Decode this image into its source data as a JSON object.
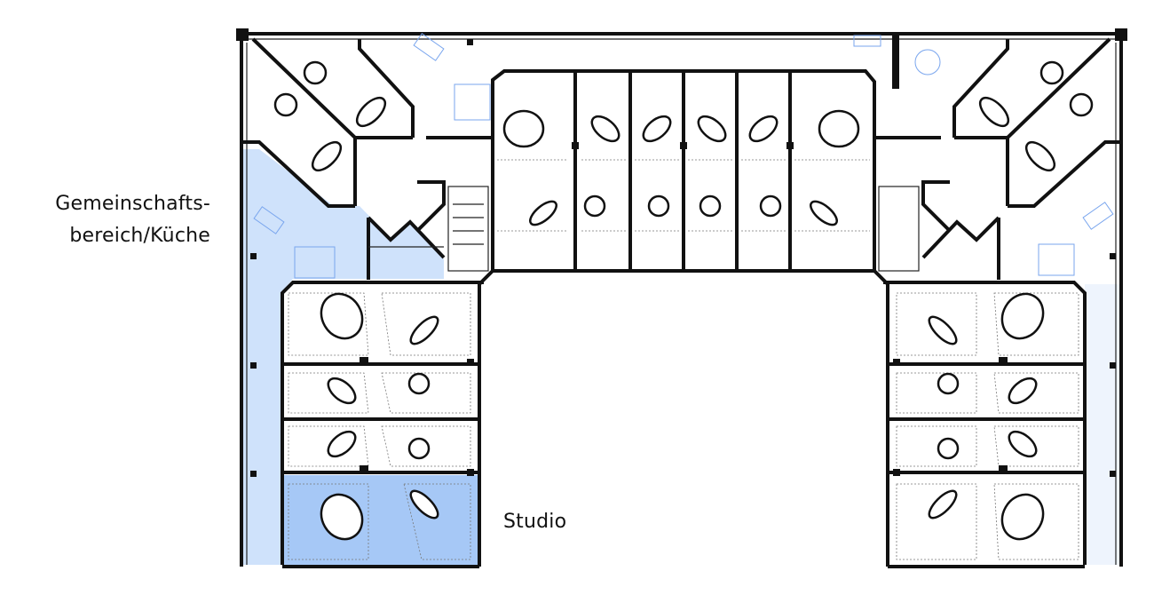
{
  "labels": {
    "common_area_line1": "Gemeinschafts-",
    "common_area_line2": "bereich/Küche",
    "studio": "Studio"
  },
  "colors": {
    "common_area": "#cfe2fb",
    "studio": "#a6c8f6",
    "walls": "#111111",
    "furniture": "#7aa6ee"
  }
}
